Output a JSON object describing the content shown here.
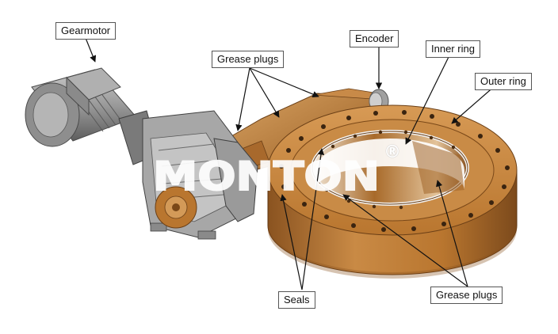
{
  "labels": {
    "gearmotor": "Gearmotor",
    "grease_plugs_top": "Grease plugs",
    "encoder": "Encoder",
    "inner_ring": "Inner ring",
    "outer_ring": "Outer ring",
    "seals": "Seals",
    "grease_plugs_bottom": "Grease plugs"
  },
  "watermark": {
    "text": "MONTON",
    "registered_mark": "®"
  },
  "colors": {
    "bronze": "#b9762f",
    "bronze_dark": "#8a5320",
    "bronze_light": "#d79a55",
    "motor_gray": "#9a9a9a",
    "motor_dark": "#6e6e6e",
    "label_border": "#555555",
    "arrow": "#111111"
  }
}
